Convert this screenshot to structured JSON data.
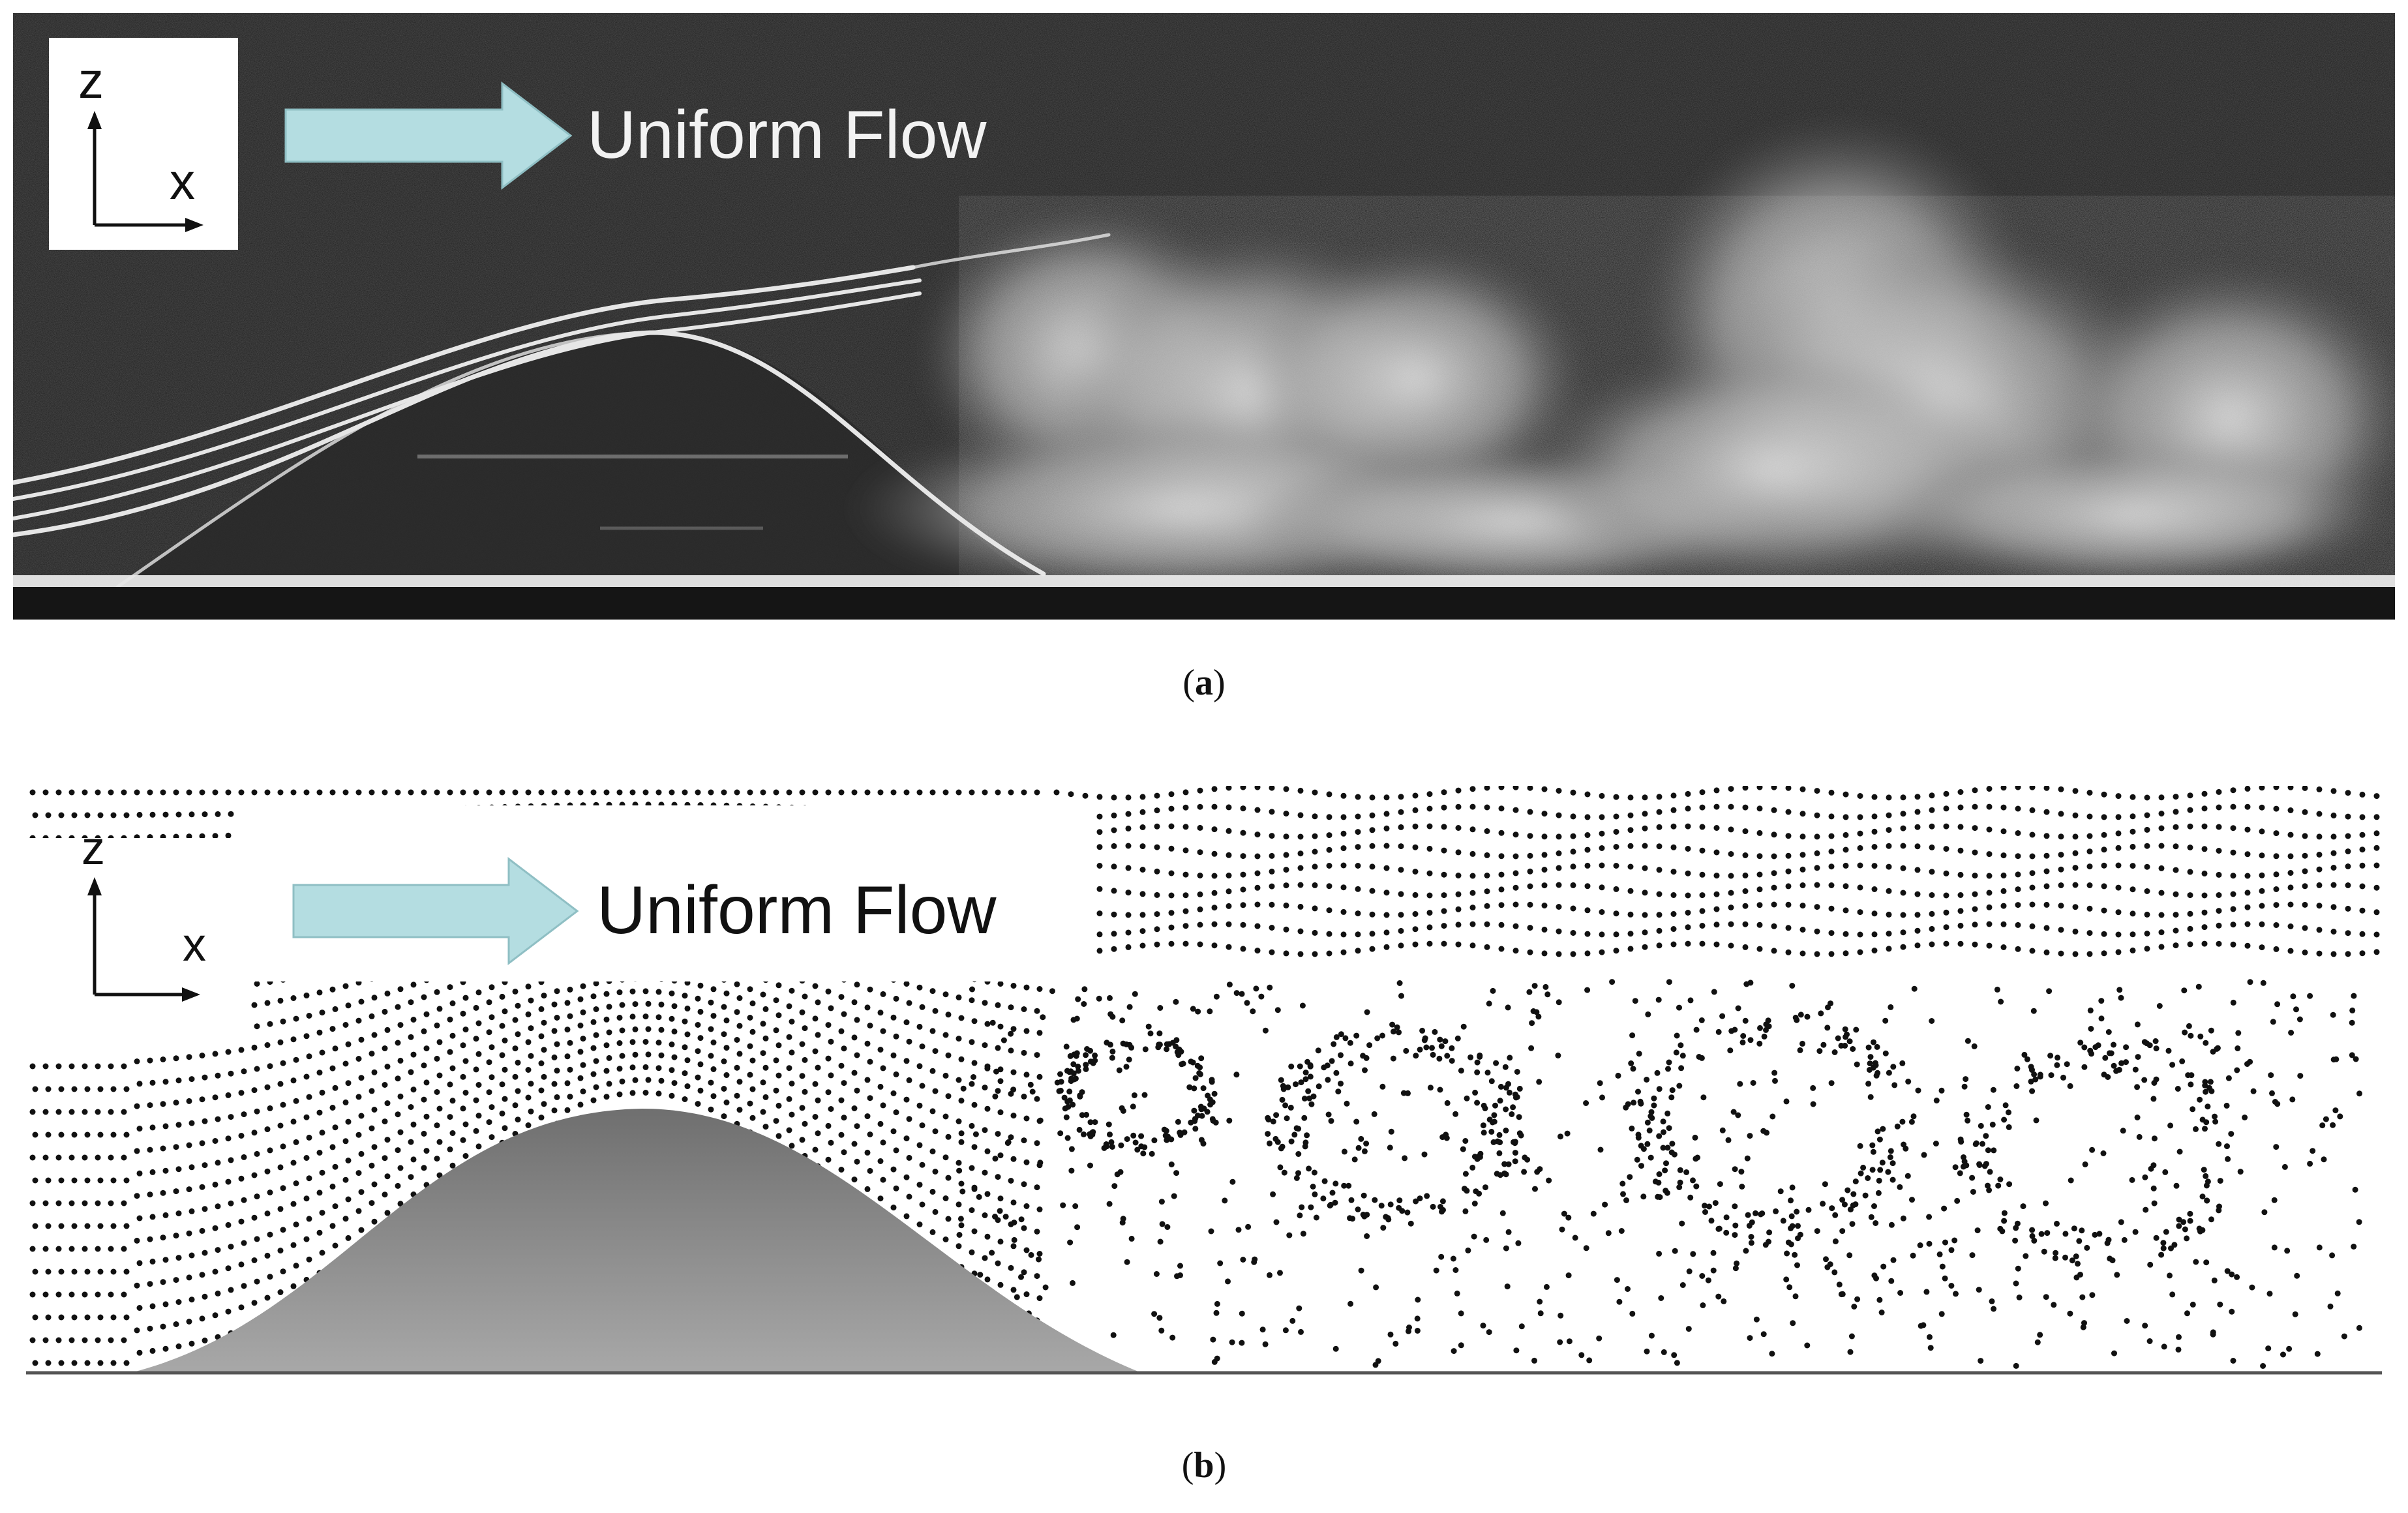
{
  "panel_a": {
    "flow_label": "Uniform Flow",
    "axis_z": "z",
    "axis_x": "x",
    "caption_letter": "a"
  },
  "panel_b": {
    "flow_label": "Uniform Flow",
    "axis_z": "z",
    "axis_x": "x",
    "caption_letter": "b"
  },
  "colors": {
    "arrow_fill": "#b4dde1",
    "photo_background": "#1e1e1e",
    "hill_fill": "#8c8c8c",
    "particle": "#111111"
  },
  "icons": {
    "flow_arrow": "right-arrow-icon",
    "axes": "z-x-axes-icon"
  }
}
